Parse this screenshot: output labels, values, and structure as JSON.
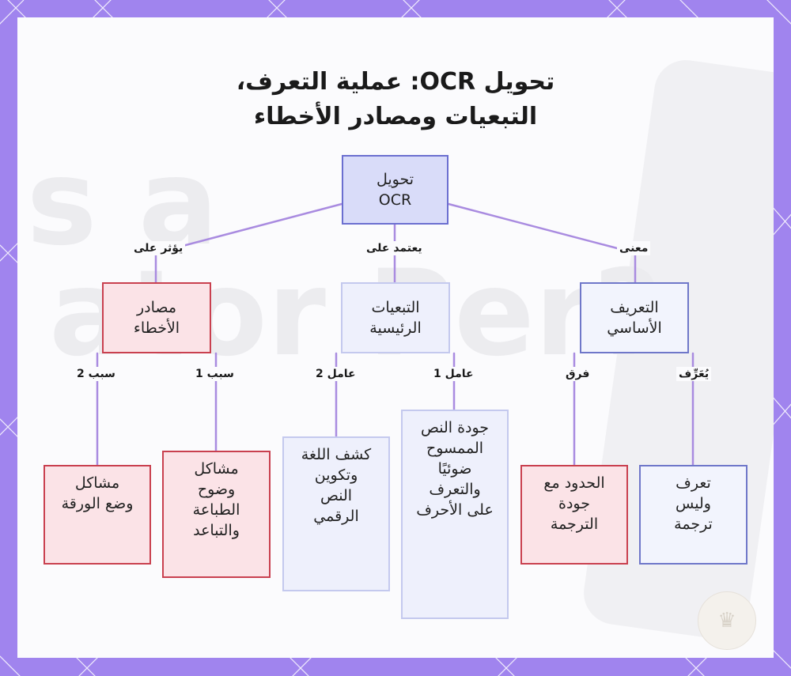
{
  "title": {
    "line1": "تحويل OCR: عملية التعرف،",
    "line2": "التبعيات ومصادر الأخطاء"
  },
  "colors": {
    "frame": "#a084ee",
    "edge": "#a98be0",
    "root_fill": "#d9dcf9",
    "root_border": "#6b6fd0",
    "error_fill": "#fbe3e7",
    "error_border": "#c9404f",
    "definition_fill": "#f2f4fd",
    "definition_border": "#6f77c9"
  },
  "nodes": {
    "root": {
      "line1": "تحويل",
      "line2": "OCR"
    },
    "errors": {
      "line1": "مصادر",
      "line2": "الأخطاء"
    },
    "dependencies": {
      "line1": "التبعيات",
      "line2": "الرئيسية"
    },
    "definition": {
      "line1": "التعريف",
      "line2": "الأساسي"
    },
    "paper_issues": {
      "line1": "مشاكل",
      "line2": "وضع الورقة"
    },
    "print_issues": {
      "line1": "مشاكل",
      "line2": "وضوح",
      "line3": "الطباعة",
      "line4": "والتباعد"
    },
    "language_detect": {
      "line1": "كشف اللغة",
      "line2": "وتكوين",
      "line3": "النص",
      "line4": "الرقمي"
    },
    "scan_quality": {
      "line1": "جودة النص",
      "line2": "الممسوح",
      "line3": "ضوئيًا",
      "line4": "والتعرف",
      "line5": "على الأحرف"
    },
    "translation_limits": {
      "line1": "الحدود مع",
      "line2": "جودة",
      "line3": "الترجمة"
    },
    "recognition": {
      "line1": "تعرف",
      "line2": "وليس",
      "line3": "ترجمة"
    }
  },
  "edge_labels": {
    "affects": "يؤثر على",
    "depends_on": "يعتمد على",
    "meaning": "معنى",
    "cause2": "سبب 2",
    "cause1": "سبب 1",
    "factor2": "عامل 2",
    "factor1": "عامل 1",
    "difference": "فرق",
    "defined": "يُعَرِّف"
  },
  "watermark": {
    "line1": "is a",
    "line2": "ator Per?"
  },
  "logo_icon": "crown-icon"
}
